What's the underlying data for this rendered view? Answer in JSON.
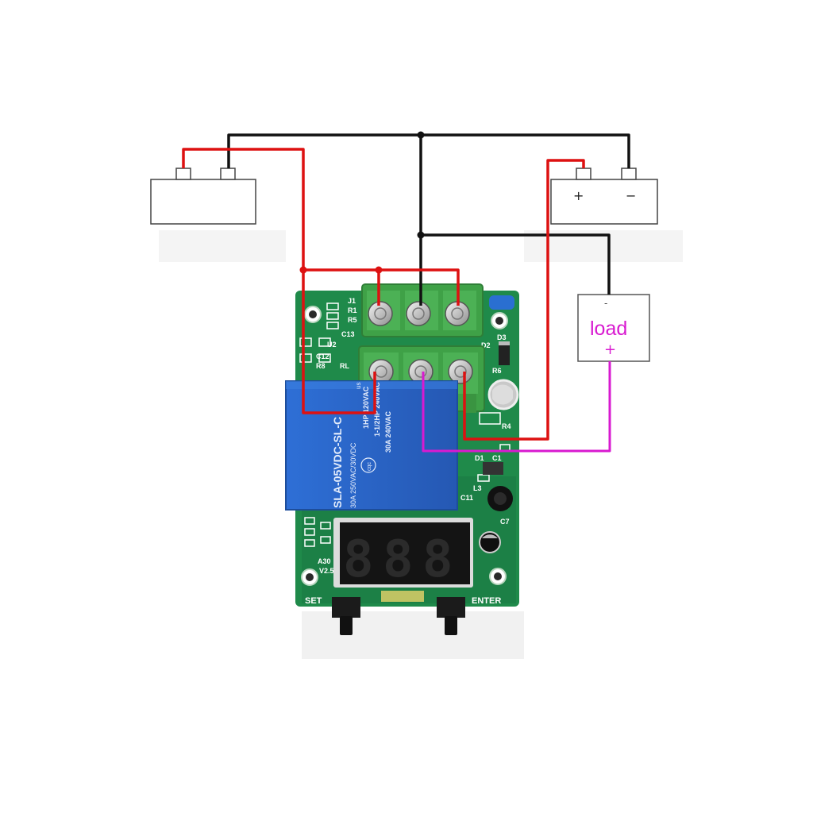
{
  "battery_right": {
    "plus": "+",
    "minus": "−"
  },
  "load": {
    "label": "load",
    "plus": "+",
    "minus": "-"
  },
  "relay": {
    "model": "SLA-05VDC-SL-C",
    "logo": "cqc",
    "rating_1": "30A 250VAC/30VDC",
    "rating_2": "1HP 120VAC",
    "rating_3": "1-1/2HP 240VAC",
    "rating_4": "30A 240VAC",
    "ul": "us"
  },
  "board": {
    "display_digits": [
      "8",
      "8",
      "8"
    ],
    "button_set": "SET",
    "button_enter": "ENTER",
    "silk_left": [
      "J1",
      "R1",
      "R5",
      "C13",
      "U2",
      "C12",
      "R8",
      "RL"
    ],
    "silk_right": [
      "D3",
      "D2",
      "R6",
      "R4",
      "C1",
      "D1",
      "L3",
      "C11",
      "C7"
    ],
    "silk_bottom": [
      "A30",
      "V2.5"
    ]
  },
  "colors": {
    "wire_black": "#111111",
    "wire_red": "#dd1111",
    "wire_magenta": "#d81ad0",
    "pcb": "#1f8a4a",
    "terminal": "#3fa147",
    "relay": "#2a63c4",
    "display": "#141414"
  }
}
